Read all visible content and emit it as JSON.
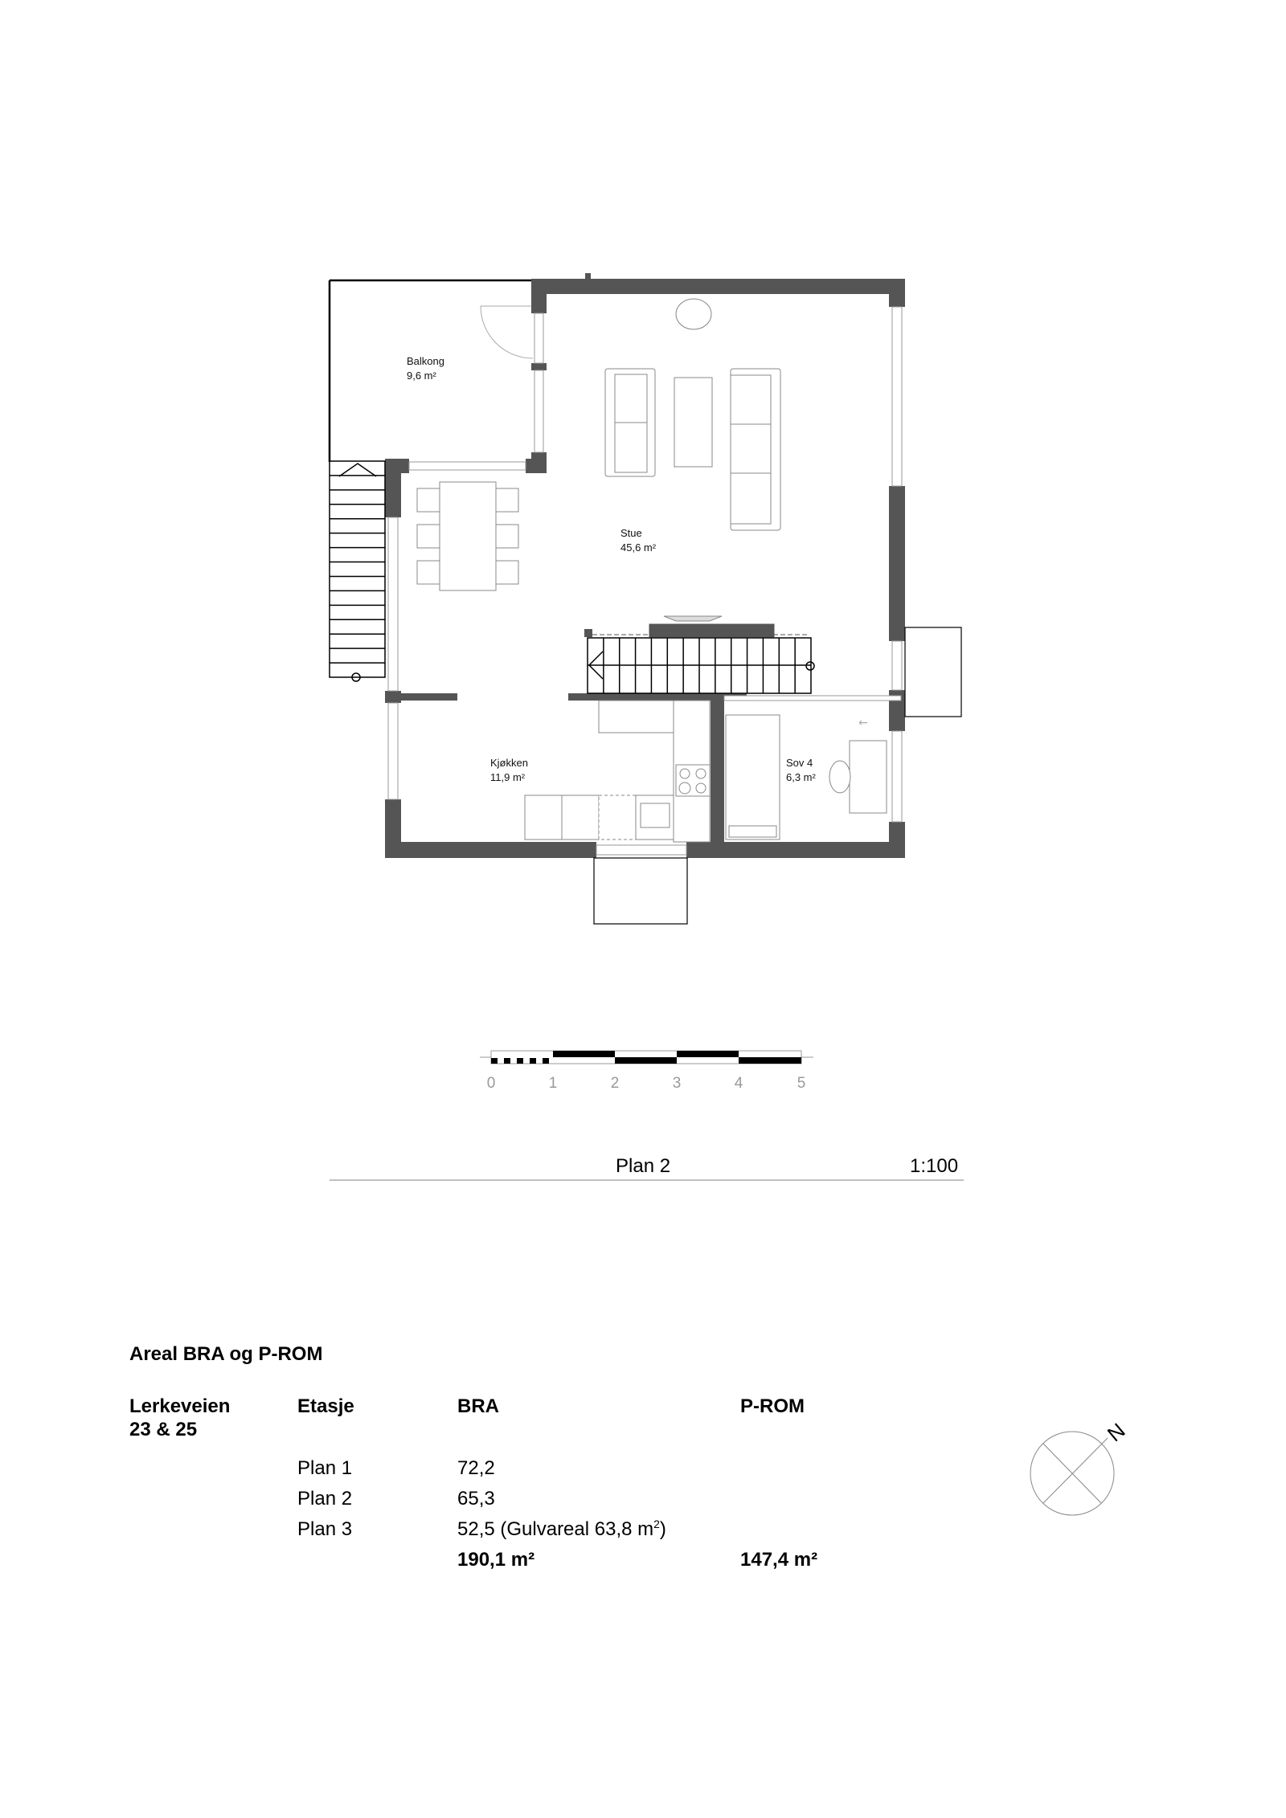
{
  "rooms": {
    "balkong": {
      "name": "Balkong",
      "area": "9,6 m²"
    },
    "stue": {
      "name": "Stue",
      "area": "45,6 m²"
    },
    "kjokken": {
      "name": "Kjøkken",
      "area": "11,9 m²"
    },
    "sov4": {
      "name": "Sov 4",
      "area": "6,3 m²"
    }
  },
  "scale_bar": {
    "ticks": [
      "0",
      "1",
      "2",
      "3",
      "4",
      "5"
    ]
  },
  "plan_title": {
    "name": "Plan 2",
    "scale": "1:100"
  },
  "compass": {
    "label": "N"
  },
  "area_table": {
    "title": "Areal BRA og P-ROM",
    "address_line1": "Lerkeveien",
    "address_line2": "23 & 25",
    "headers": {
      "floor": "Etasje",
      "bra": "BRA",
      "prom": "P-ROM"
    },
    "rows": [
      {
        "floor": "Plan 1",
        "bra": "72,2"
      },
      {
        "floor": "Plan 2",
        "bra": "65,3"
      },
      {
        "floor": "Plan 3",
        "bra": "52,5 (Gulvareal 63,8 m",
        "bra_sup": "2",
        "bra_suffix": ")"
      }
    ],
    "totals": {
      "bra": "190,1 m²",
      "prom": "147,4 m²"
    }
  },
  "colors": {
    "wall": "#555555",
    "line": "#999999"
  }
}
